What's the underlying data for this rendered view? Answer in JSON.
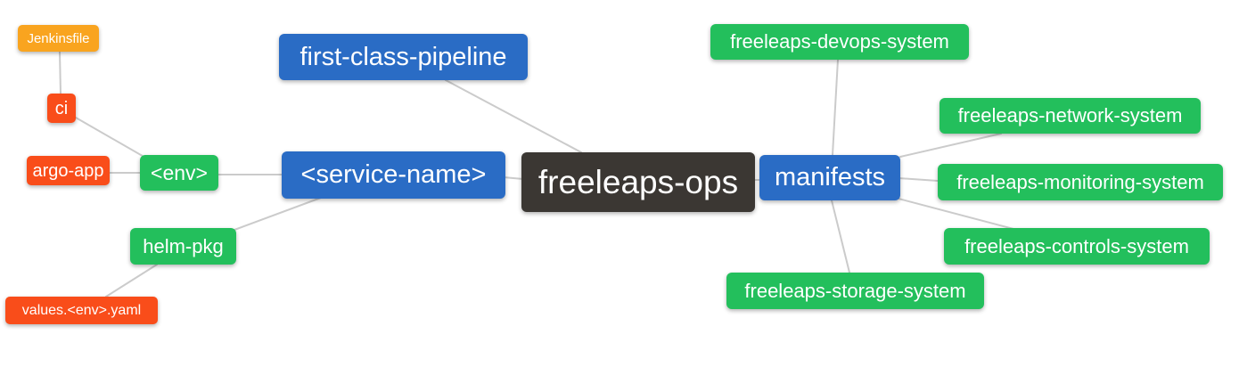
{
  "canvas": {
    "background": "#ffffff",
    "edge_color": "#cbcbcb",
    "node_text_color": "#ffffff"
  },
  "colors": {
    "blue": "#2a6cc5",
    "green": "#23bf5c",
    "orange": "#f9a41f",
    "red_orange": "#f94d1a",
    "dark": "#3b3733"
  },
  "nodes": {
    "freeleaps_ops": {
      "label": "freeleaps-ops",
      "color": "#3b3733"
    },
    "first_class_pipeline": {
      "label": "first-class-pipeline",
      "color": "#2a6cc5"
    },
    "service_name": {
      "label": "<service-name>",
      "color": "#2a6cc5"
    },
    "manifests": {
      "label": "manifests",
      "color": "#2a6cc5"
    },
    "env": {
      "label": "<env>",
      "color": "#23bf5c"
    },
    "helm_pkg": {
      "label": "helm-pkg",
      "color": "#23bf5c"
    },
    "jenkinsfile": {
      "label": "Jenkinsfile",
      "color": "#f9a41f"
    },
    "ci": {
      "label": "ci",
      "color": "#f94d1a"
    },
    "argo_app": {
      "label": "argo-app",
      "color": "#f94d1a"
    },
    "values_env_yaml": {
      "label": "values.<env>.yaml",
      "color": "#f94d1a"
    },
    "devops": {
      "label": "freeleaps-devops-system",
      "color": "#23bf5c"
    },
    "network": {
      "label": "freeleaps-network-system",
      "color": "#23bf5c"
    },
    "monitoring": {
      "label": "freeleaps-monitoring-system",
      "color": "#23bf5c"
    },
    "controls": {
      "label": "freeleaps-controls-system",
      "color": "#23bf5c"
    },
    "storage": {
      "label": "freeleaps-storage-system",
      "color": "#23bf5c"
    }
  },
  "edges": [
    {
      "from": "jenkinsfile",
      "to": "ci"
    },
    {
      "from": "ci",
      "to": "env"
    },
    {
      "from": "argo_app",
      "to": "env"
    },
    {
      "from": "env",
      "to": "service_name"
    },
    {
      "from": "helm_pkg",
      "to": "service_name"
    },
    {
      "from": "values_env_yaml",
      "to": "helm_pkg"
    },
    {
      "from": "first_class_pipeline",
      "to": "freeleaps_ops"
    },
    {
      "from": "service_name",
      "to": "freeleaps_ops"
    },
    {
      "from": "freeleaps_ops",
      "to": "manifests"
    },
    {
      "from": "manifests",
      "to": "devops"
    },
    {
      "from": "manifests",
      "to": "network"
    },
    {
      "from": "manifests",
      "to": "monitoring"
    },
    {
      "from": "manifests",
      "to": "controls"
    },
    {
      "from": "manifests",
      "to": "storage"
    }
  ]
}
